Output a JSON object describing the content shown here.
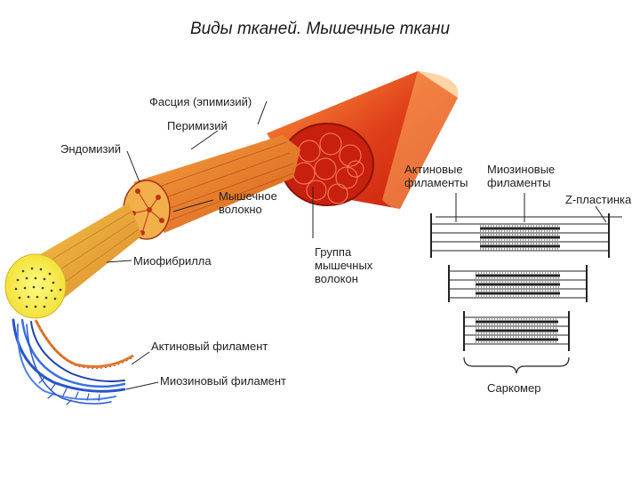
{
  "slide": {
    "title": "Виды тканей. Мышечные ткани"
  },
  "labels": {
    "fascia": "Фасция (эпимизий)",
    "perimysium": "Перимизий",
    "endomysium": "Эндомизий",
    "muscle_fiber": "Мышечное волокно",
    "myofibril": "Миофибрилла",
    "fiber_group": "Группа мышечных волокон",
    "actin_filament": "Актиновый филамент",
    "myosin_filament": "Миозиновый филамент",
    "actin_filaments": "Актиновые филаменты",
    "myosin_filaments": "Миозиновые филаменты",
    "z_disc": "Z-пластинка",
    "sarcomere": "Саркомер"
  },
  "colors": {
    "muscle_dark": "#d42a10",
    "muscle_light": "#f07020",
    "fiber": "#e8882a",
    "myofibril": "#f2d24a",
    "myofibril_end": "#fff24a",
    "myosin_blue": "#2a55c8",
    "line": "#222222"
  }
}
